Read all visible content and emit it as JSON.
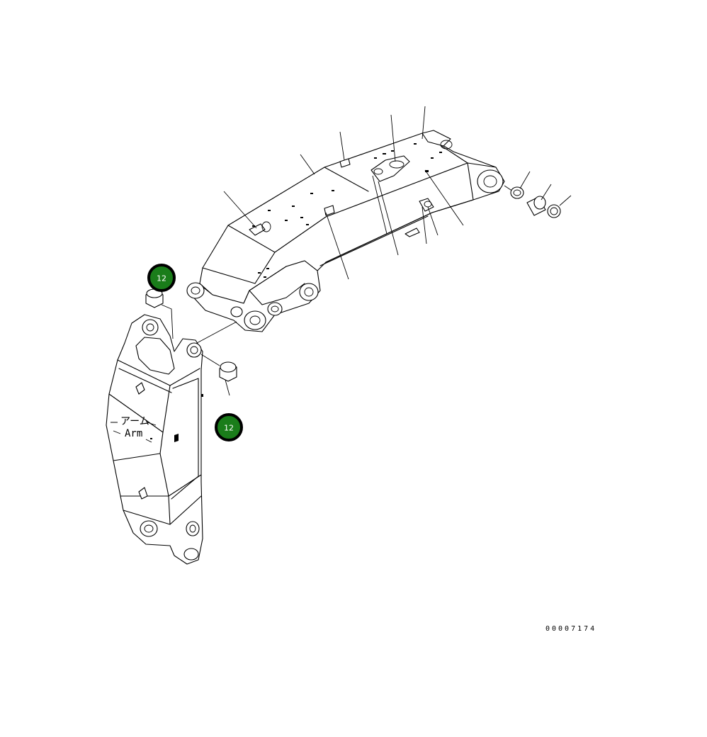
{
  "drawing": {
    "part_label_jp": "アーム",
    "part_label_en": "Arm",
    "drawing_number": "00007174"
  },
  "callouts": [
    {
      "label": "12"
    },
    {
      "label": "12"
    }
  ],
  "colors": {
    "callout_fill": "#1a7d1a",
    "callout_border": "#000000",
    "line": "#000000",
    "background": "#ffffff"
  }
}
